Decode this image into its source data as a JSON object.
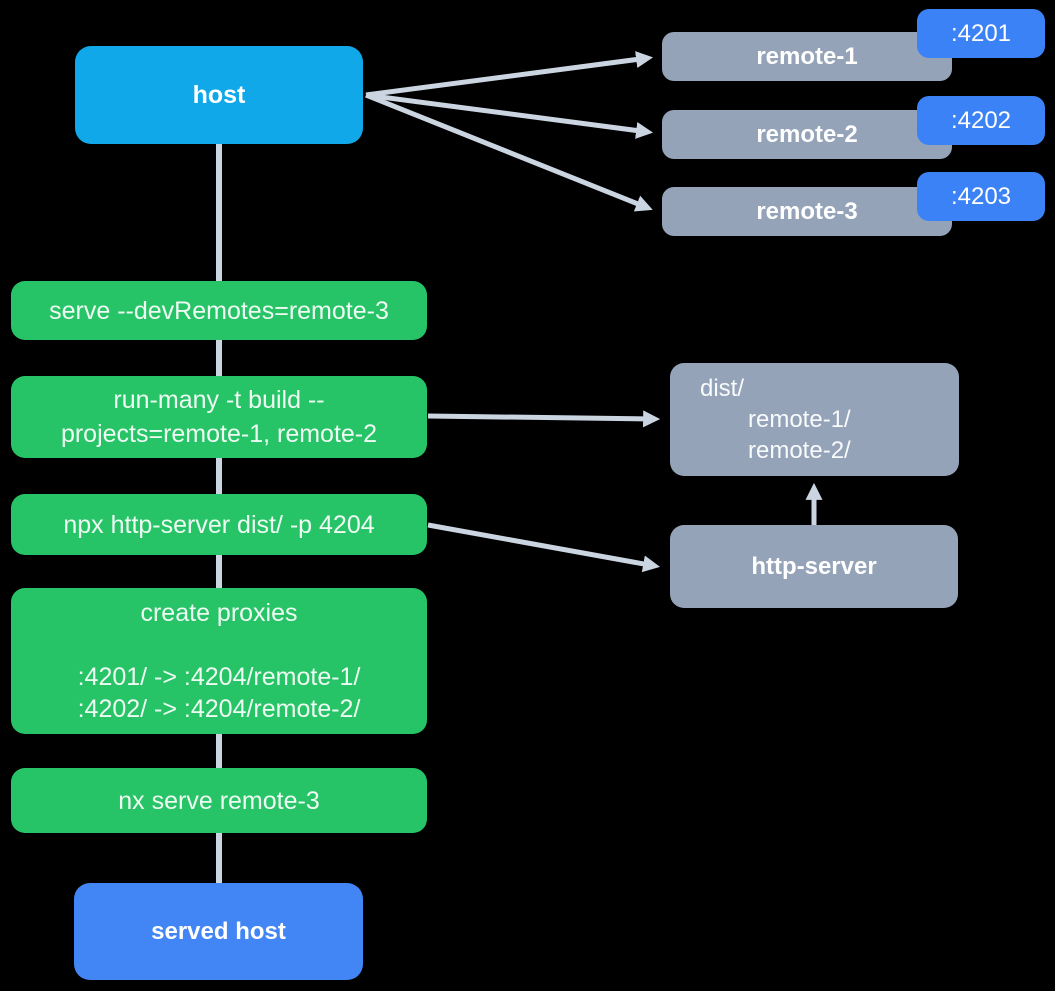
{
  "diagram": {
    "background": "#000000",
    "colors": {
      "host_blue": "#10a8e9",
      "port_badge_blue": "#3b82f6",
      "served_host_blue": "#4285f4",
      "command_green": "#26c466",
      "node_gray": "#94a3b8",
      "arrow_gray": "#cbd5e1",
      "text_white": "#ffffff"
    },
    "nodes": {
      "host": {
        "label": "host"
      },
      "remotes": [
        {
          "label": "remote-1",
          "port": ":4201"
        },
        {
          "label": "remote-2",
          "port": ":4202"
        },
        {
          "label": "remote-3",
          "port": ":4203"
        }
      ],
      "commands": [
        {
          "lines": [
            "serve --devRemotes=remote-3"
          ]
        },
        {
          "lines": [
            "run-many -t build --",
            "projects=remote-1, remote-2"
          ]
        },
        {
          "lines": [
            "npx http-server dist/ -p 4204"
          ]
        },
        {
          "lines": [
            "create proxies",
            "",
            ":4201/ -> :4204/remote-1/",
            ":4202/ -> :4204/remote-2/"
          ]
        },
        {
          "lines": [
            "nx serve remote-3"
          ]
        }
      ],
      "dist_folder": {
        "lines": [
          "dist/",
          "remote-1/",
          "remote-2/"
        ]
      },
      "http_server": {
        "label": "http-server"
      },
      "served_host": {
        "label": "served host"
      }
    },
    "edges": [
      {
        "from": "host",
        "to": "remote-1"
      },
      {
        "from": "host",
        "to": "remote-2"
      },
      {
        "from": "host",
        "to": "remote-3"
      },
      {
        "from": "host",
        "to": "served-host"
      },
      {
        "from": "run-many-command",
        "to": "dist-folder"
      },
      {
        "from": "npx-http-server-command",
        "to": "http-server"
      },
      {
        "from": "http-server",
        "to": "dist-folder"
      }
    ]
  }
}
